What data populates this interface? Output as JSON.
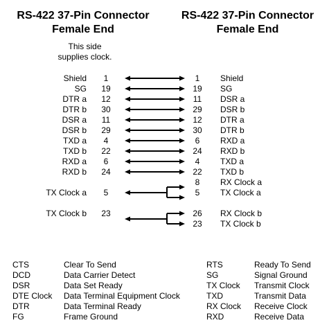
{
  "titles": {
    "left": [
      "RS-422 37-Pin Connector",
      "Female End"
    ],
    "right": [
      "RS-422 37-Pin Connector",
      "Female End"
    ]
  },
  "note": [
    "This side",
    "supplies clock."
  ],
  "rows": [
    {
      "left_name": "Shield",
      "left_pin": "1",
      "right_pin": "1",
      "right_name": "Shield",
      "wire": "straight"
    },
    {
      "left_name": "SG",
      "left_pin": "19",
      "right_pin": "19",
      "right_name": "SG",
      "wire": "straight"
    },
    {
      "left_name": "DTR a",
      "left_pin": "12",
      "right_pin": "11",
      "right_name": "DSR a",
      "wire": "straight"
    },
    {
      "left_name": "DTR b",
      "left_pin": "30",
      "right_pin": "29",
      "right_name": "DSR b",
      "wire": "straight"
    },
    {
      "left_name": "DSR a",
      "left_pin": "11",
      "right_pin": "12",
      "right_name": "DTR a",
      "wire": "straight"
    },
    {
      "left_name": "DSR b",
      "left_pin": "29",
      "right_pin": "30",
      "right_name": "DTR b",
      "wire": "straight"
    },
    {
      "left_name": "TXD a",
      "left_pin": "4",
      "right_pin": "6",
      "right_name": "RXD a",
      "wire": "straight"
    },
    {
      "left_name": "TXD b",
      "left_pin": "22",
      "right_pin": "24",
      "right_name": "RXD b",
      "wire": "straight"
    },
    {
      "left_name": "RXD a",
      "left_pin": "6",
      "right_pin": "4",
      "right_name": "TXD a",
      "wire": "straight"
    },
    {
      "left_name": "RXD b",
      "left_pin": "24",
      "right_pin": "22",
      "right_name": "TXD b",
      "wire": "straight"
    },
    {
      "left_name": "",
      "left_pin": "",
      "right_pin": "8",
      "right_name": "RX Clock a",
      "wire": "fork-a"
    },
    {
      "left_name": "TX Clock a",
      "left_pin": "5",
      "right_pin": "5",
      "right_name": "TX Clock a",
      "wire": "fork-a"
    },
    {
      "left_name": "TX Clock b",
      "left_pin": "23",
      "right_pin": "26",
      "right_name": "RX Clock b",
      "wire": "fork-b"
    },
    {
      "left_name": "",
      "left_pin": "",
      "right_pin": "23",
      "right_name": "TX Clock b",
      "wire": "fork-b"
    }
  ],
  "legend": {
    "left": [
      {
        "abbr": "CTS",
        "meaning": "Clear To Send"
      },
      {
        "abbr": "DCD",
        "meaning": "Data Carrier Detect"
      },
      {
        "abbr": "DSR",
        "meaning": "Data Set Ready"
      },
      {
        "abbr": "DTE Clock",
        "meaning": "Data Terminal Equipment Clock"
      },
      {
        "abbr": "DTR",
        "meaning": "Data Terminal Ready"
      },
      {
        "abbr": "FG",
        "meaning": "Frame Ground"
      }
    ],
    "right": [
      {
        "abbr": "RTS",
        "meaning": "Ready To Send"
      },
      {
        "abbr": "SG",
        "meaning": "Signal Ground"
      },
      {
        "abbr": "TX Clock",
        "meaning": "Transmit Clock"
      },
      {
        "abbr": "TXD",
        "meaning": "Transmit Data"
      },
      {
        "abbr": "RX Clock",
        "meaning": "Receive Clock"
      },
      {
        "abbr": "RXD",
        "meaning": "Receive Data"
      }
    ]
  }
}
